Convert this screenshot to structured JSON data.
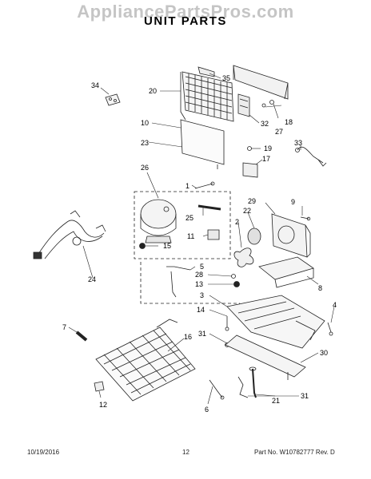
{
  "watermark": "AppliancePartsPros.com",
  "title": "UNIT PARTS",
  "footer": {
    "date": "10/19/2016",
    "page": "12",
    "part_no": "Part No.  W10782777  Rev. D"
  },
  "callouts": {
    "c34": "34",
    "c20": "20",
    "c35": "35",
    "c10": "10",
    "c32": "32",
    "c18": "18",
    "c27": "27",
    "c23": "23",
    "c19": "19",
    "c33": "33",
    "c17": "17",
    "c26": "26",
    "c1": "1",
    "c29": "29",
    "c9": "9",
    "c25": "25",
    "c22": "22",
    "c2": "2",
    "c11": "11",
    "c15": "15",
    "c24": "24",
    "c5": "5",
    "c28": "28",
    "c13": "13",
    "c8": "8",
    "c3": "3",
    "c14": "14",
    "c4": "4",
    "c7": "7",
    "c16": "16",
    "c31a": "31",
    "c30": "30",
    "c12": "12",
    "c21": "21",
    "c6": "6",
    "c31b": "31"
  }
}
